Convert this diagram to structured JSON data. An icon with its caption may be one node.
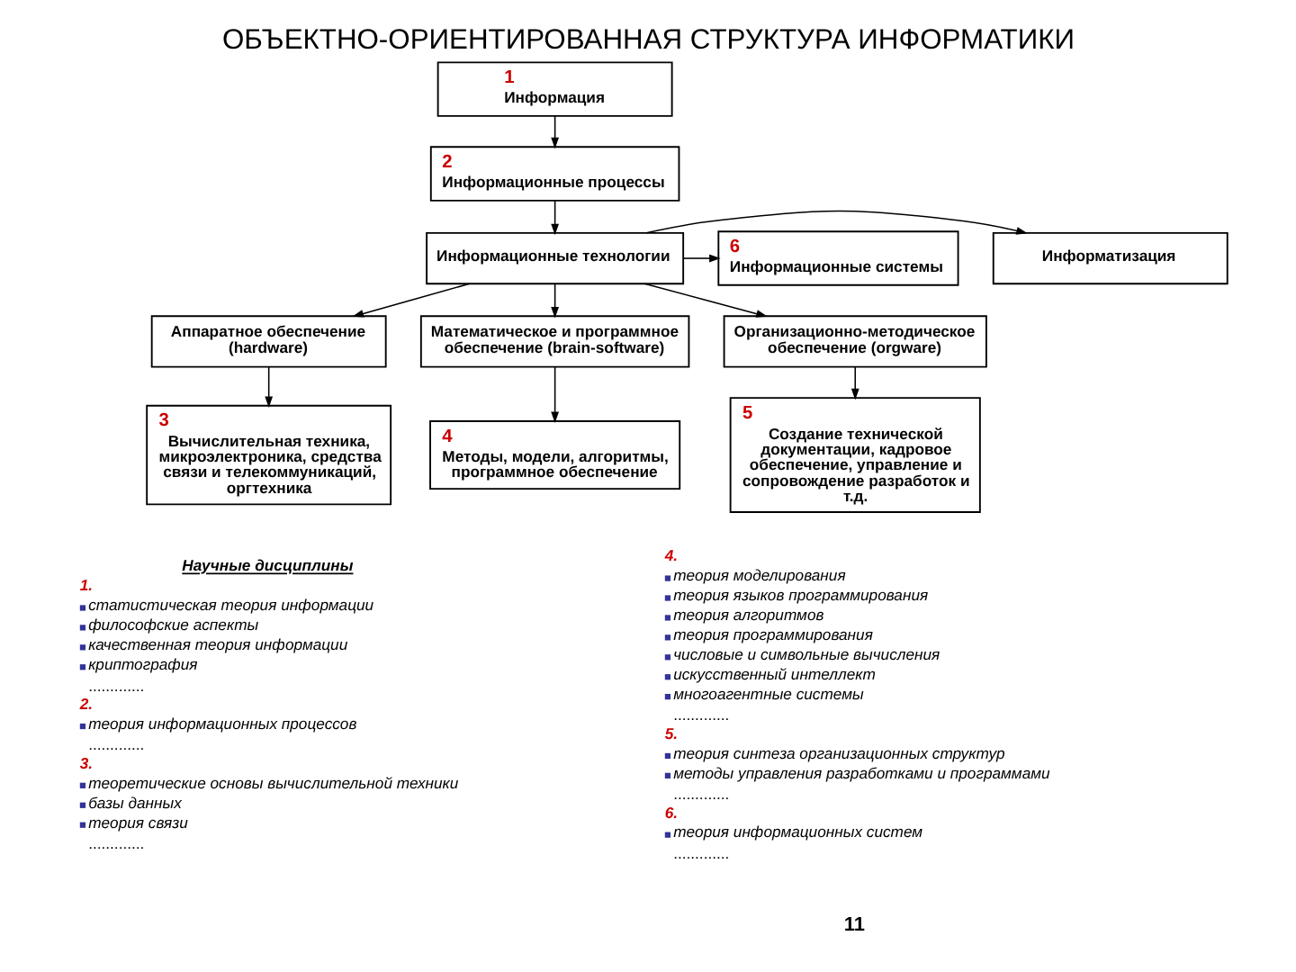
{
  "diagram": {
    "title": "ОБЪЕКТНО-ОРИЕНТИРОВАННАЯ СТРУКТУРА ИНФОРМАТИКИ",
    "nodes": [
      {
        "text": [
          "1",
          "Информация"
        ]
      },
      {
        "text": [
          "2",
          "Информационные процессы"
        ]
      },
      {
        "text": [
          "Информатизация"
        ]
      },
      {
        "text": [
          "Информационные технологии"
        ]
      },
      {
        "text": [
          "6",
          "Информационные системы"
        ]
      },
      {
        "text": [
          "Аппаратное обеспечение (hardware)"
        ]
      },
      {
        "text": [
          "Математическое и программное обеспечение (brain-software)"
        ]
      },
      {
        "text": [
          "Организационно-методическое обеспечение (orgware)"
        ]
      },
      {
        "text": [
          "3",
          "Вычислительная техника, микроэлектроника, средства связи и телекоммуникаций, оргтехника"
        ]
      },
      {
        "text": [
          "4",
          "Методы, модели, алгоритмы, программное обеспечение"
        ]
      },
      {
        "text": [
          "5",
          "Создание технической документации, кадровое обеспечение, управление и сопровождение разработок и т.д."
        ]
      }
    ],
    "edges": [
      {
        "from": 0,
        "to": 1,
        "arrow": "to"
      },
      {
        "from": 1,
        "to": 3,
        "arrow": "to"
      },
      {
        "from": 3,
        "to": 2,
        "arrow": "to"
      },
      {
        "from": 3,
        "to": 4,
        "arrow": "to"
      },
      {
        "from": 3,
        "to": 5,
        "arrow": "to"
      },
      {
        "from": 3,
        "to": 6,
        "arrow": "to"
      },
      {
        "from": 3,
        "to": 7,
        "arrow": "to"
      },
      {
        "from": 5,
        "to": 8,
        "arrow": "to"
      },
      {
        "from": 6,
        "to": 9,
        "arrow": "to"
      },
      {
        "from": 7,
        "to": 10,
        "arrow": "to"
      }
    ],
    "labels": [
      "Научные дисциплины",
      "1.",
      "статистическая теория информации",
      "философские аспекты",
      "качественная теория информации",
      "криптография",
      ".............",
      "2.",
      "теория информационных процессов",
      ".............",
      "3.",
      "теоретические основы вычислительной техники",
      "базы данных",
      "теория связи",
      ".............",
      "4.",
      "теория моделирования",
      "теория языков программирования",
      "теория алгоритмов",
      "теория программирования",
      "числовые и символьные вычисления",
      "искусственный интеллект",
      "многоагентные системы",
      ".............",
      "5.",
      "теория синтеза организационных структур",
      "методы управления разработками и программами",
      ".............",
      "6.",
      "теория информационных систем",
      ".............",
      "11"
    ]
  }
}
